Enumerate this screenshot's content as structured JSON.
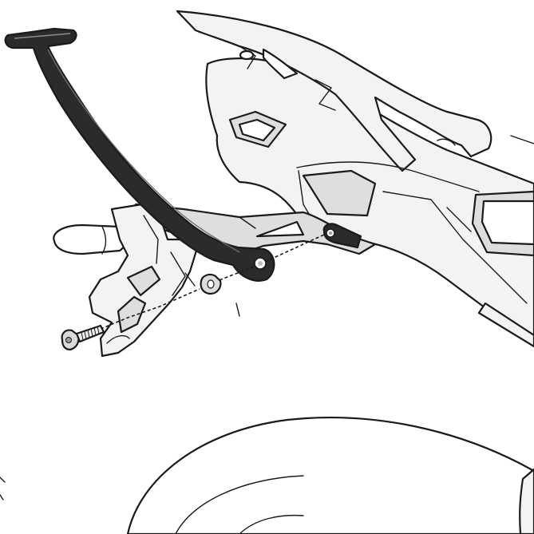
{
  "diagram": {
    "parts": [
      {
        "id": "support-arm",
        "icon": "rear-rack-arm"
      },
      {
        "id": "bolt",
        "icon": "hex-socket-bolt"
      },
      {
        "id": "spacer",
        "icon": "washer-spacer"
      },
      {
        "id": "mount-point",
        "icon": "frame-mount-point"
      },
      {
        "id": "motorcycle-tail",
        "icon": "motorcycle-rear-section"
      },
      {
        "id": "rear-wheel",
        "icon": "rear-wheel-fender"
      }
    ],
    "colors": {
      "outline": "#1a1a1a",
      "bracket_fill": "#2b2b2b",
      "body_light": "#f3f3f3",
      "body_mid": "#dedede",
      "body_dark": "#c9c9c9",
      "background": "#ffffff"
    }
  }
}
